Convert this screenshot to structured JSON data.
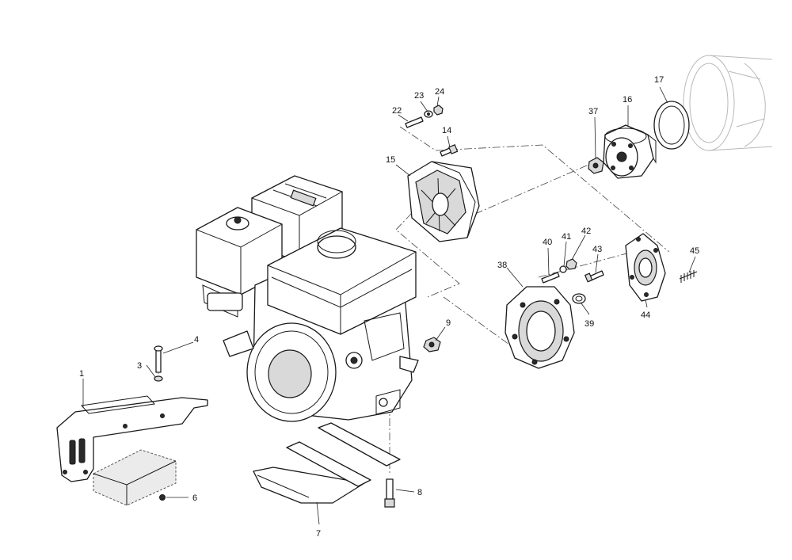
{
  "callouts": [
    "1",
    "3",
    "4",
    "6",
    "7",
    "8",
    "9",
    "14",
    "15",
    "16",
    "17",
    "22",
    "23",
    "24",
    "37",
    "38",
    "39",
    "40",
    "41",
    "42",
    "43",
    "44",
    "45"
  ]
}
